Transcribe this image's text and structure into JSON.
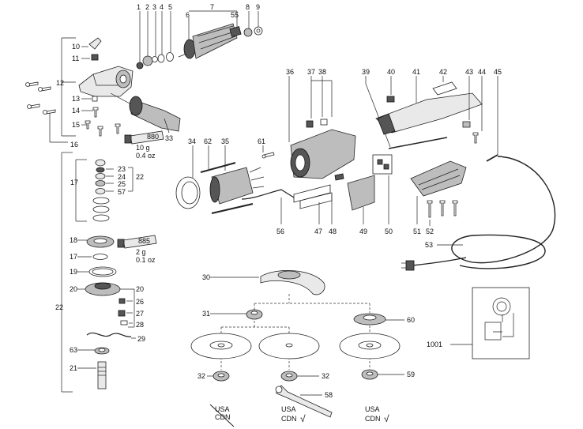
{
  "labels": {
    "l1": "1",
    "l2": "2",
    "l3": "3",
    "l4": "4",
    "l5": "5",
    "l6": "6",
    "l7": "7",
    "l8": "8",
    "l9": "9",
    "l10": "10",
    "l11": "11",
    "l12": "12",
    "l13": "13",
    "l14": "14",
    "l15": "15",
    "l16": "16",
    "l17a": "17",
    "l17b": "17",
    "l18": "18",
    "l19": "19",
    "l20a": "20",
    "l20b": "20",
    "l21": "21",
    "l22a": "22",
    "l22b": "22",
    "l23": "23",
    "l24": "24",
    "l25": "25",
    "l26": "26",
    "l27": "27",
    "l28": "28",
    "l29": "29",
    "l30": "30",
    "l31": "31",
    "l32a": "32",
    "l32b": "32",
    "l33": "33",
    "l34": "34",
    "l35": "35",
    "l36": "36",
    "l37": "37",
    "l38": "38",
    "l39": "39",
    "l40": "40",
    "l41": "41",
    "l42": "42",
    "l43": "43",
    "l44": "44",
    "l45": "45",
    "l47": "47",
    "l48": "48",
    "l49": "49",
    "l50": "50",
    "l51": "51",
    "l52": "52",
    "l53": "53",
    "l55": "55",
    "l56": "56",
    "l57": "57",
    "l58": "58",
    "l59": "59",
    "l60": "60",
    "l61": "61",
    "l62": "62",
    "l63": "63",
    "l1001": "1001"
  },
  "grease": {
    "tube1": "880",
    "qty1_g": "10 g",
    "qty1_oz": "0.4 oz",
    "tube2": "885",
    "qty2_g": "2 g",
    "qty2_oz": "0.1 oz"
  },
  "region_marks": {
    "usa_line": "USA",
    "cdn_line": "CDN",
    "check": "√"
  }
}
